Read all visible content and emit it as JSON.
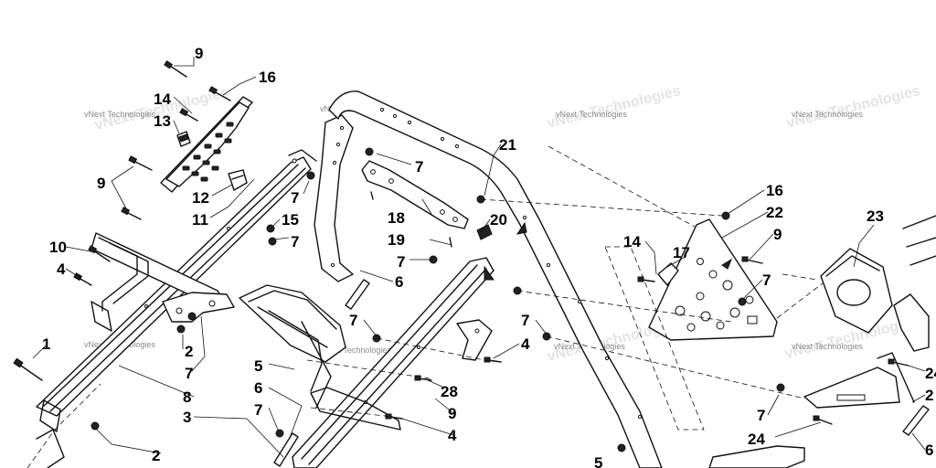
{
  "diagram": {
    "watermark": "vNext Technologies",
    "callouts": [
      {
        "id": "c9a",
        "label": "9"
      },
      {
        "id": "c16a",
        "label": "16"
      },
      {
        "id": "c14a",
        "label": "14"
      },
      {
        "id": "c13",
        "label": "13"
      },
      {
        "id": "c9b",
        "label": "9"
      },
      {
        "id": "c12",
        "label": "12"
      },
      {
        "id": "c11",
        "label": "11"
      },
      {
        "id": "c7a",
        "label": "7"
      },
      {
        "id": "c15",
        "label": "15"
      },
      {
        "id": "c7b",
        "label": "7"
      },
      {
        "id": "c10",
        "label": "10"
      },
      {
        "id": "c4a",
        "label": "4"
      },
      {
        "id": "c1",
        "label": "1"
      },
      {
        "id": "c2a",
        "label": "2"
      },
      {
        "id": "c7c",
        "label": "7"
      },
      {
        "id": "c8",
        "label": "8"
      },
      {
        "id": "c3",
        "label": "3"
      },
      {
        "id": "c2b",
        "label": "2"
      },
      {
        "id": "c7d",
        "label": "7"
      },
      {
        "id": "c18",
        "label": "18"
      },
      {
        "id": "c19",
        "label": "19"
      },
      {
        "id": "c20",
        "label": "20"
      },
      {
        "id": "c21",
        "label": "21"
      },
      {
        "id": "c7e",
        "label": "7"
      },
      {
        "id": "c6a",
        "label": "6"
      },
      {
        "id": "c7f",
        "label": "7"
      },
      {
        "id": "c5",
        "label": "5"
      },
      {
        "id": "c6b",
        "label": "6"
      },
      {
        "id": "c7g",
        "label": "7"
      },
      {
        "id": "c28",
        "label": "28"
      },
      {
        "id": "c9c",
        "label": "9"
      },
      {
        "id": "c4b",
        "label": "4"
      },
      {
        "id": "c7h",
        "label": "7"
      },
      {
        "id": "c4c",
        "label": "4"
      },
      {
        "id": "c14b",
        "label": "14"
      },
      {
        "id": "c17",
        "label": "17"
      },
      {
        "id": "c16b",
        "label": "16"
      },
      {
        "id": "c22",
        "label": "22"
      },
      {
        "id": "c9d",
        "label": "9"
      },
      {
        "id": "c7i",
        "label": "7"
      },
      {
        "id": "c23",
        "label": "23"
      },
      {
        "id": "c7j",
        "label": "7"
      },
      {
        "id": "c24a",
        "label": "24"
      },
      {
        "id": "c24b",
        "label": "24"
      },
      {
        "id": "c2c",
        "label": "2"
      },
      {
        "id": "c6c",
        "label": "6"
      },
      {
        "id": "c5b",
        "label": "5"
      }
    ]
  }
}
